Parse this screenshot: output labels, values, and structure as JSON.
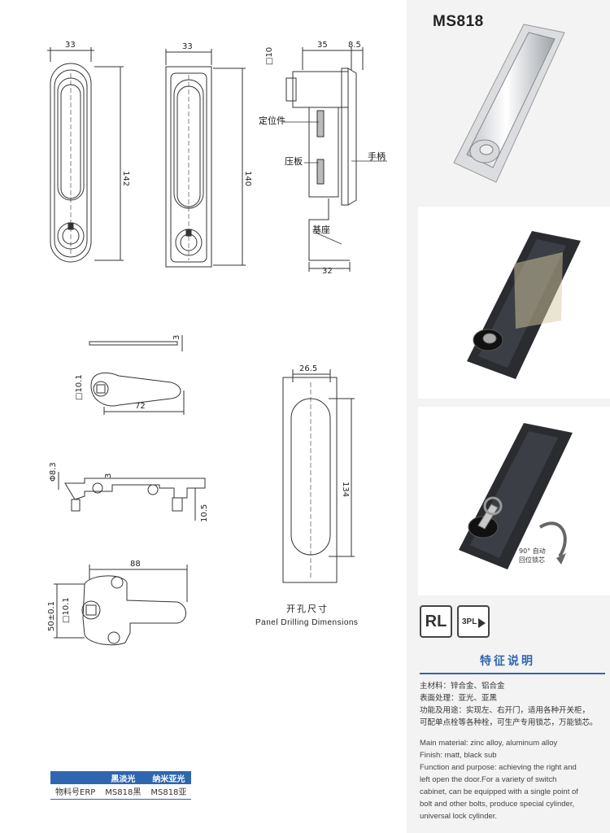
{
  "product": {
    "model": "MS818"
  },
  "drawing": {
    "front1": {
      "width": "33",
      "height": "142"
    },
    "front2": {
      "width": "33",
      "height": "140"
    },
    "side": {
      "box": "□10",
      "depth": "35",
      "handle": "8.5",
      "base_w": "32",
      "label_locator": "定位件",
      "label_plate": "压板",
      "label_handle": "手柄",
      "label_base": "基座"
    },
    "cam": {
      "thick": "3",
      "hole": "□10.1",
      "length": "72"
    },
    "bracket": {
      "dia": "Φ8.3",
      "thick": "3",
      "height": "10.5"
    },
    "bolt": {
      "length": "88",
      "spacing": "50±0.1",
      "hole": "□10.1"
    },
    "cutout": {
      "width": "26.5",
      "height": "134"
    }
  },
  "cutout_caption": {
    "cn": "开孔尺寸",
    "en": "Panel Drilling Dimensions"
  },
  "photo3_note": {
    "line1": "90° 自动",
    "line2": "回位锁芯"
  },
  "badges": {
    "rl": "RL",
    "pl": "3PL"
  },
  "features": {
    "title": "特征说明",
    "cn_lines": [
      "主材料：锌合金、铝合金",
      "表面处理：亚光、亚黑",
      "功能及用途：实现左、右开门，适用各种开关柜，",
      "可配单点栓等各种栓，可生产专用锁芯，万能锁芯。"
    ],
    "en_lines": [
      "Main material: zinc alloy, aluminum alloy",
      "Finish: matt, black sub",
      "Function and purpose: achieving the right and",
      "left open the door.For a variety of switch",
      "cabinet, can be equipped with a single point of",
      "bolt and other bolts, produce special cylinder,",
      "universal lock cylinder."
    ]
  },
  "erp_table": {
    "headers": [
      "",
      "黑淡光",
      "纳米亚光"
    ],
    "row": [
      "物料号ERP",
      "MS818黑",
      "MS818亚"
    ]
  },
  "colors": {
    "accent": "#2f66b0"
  }
}
